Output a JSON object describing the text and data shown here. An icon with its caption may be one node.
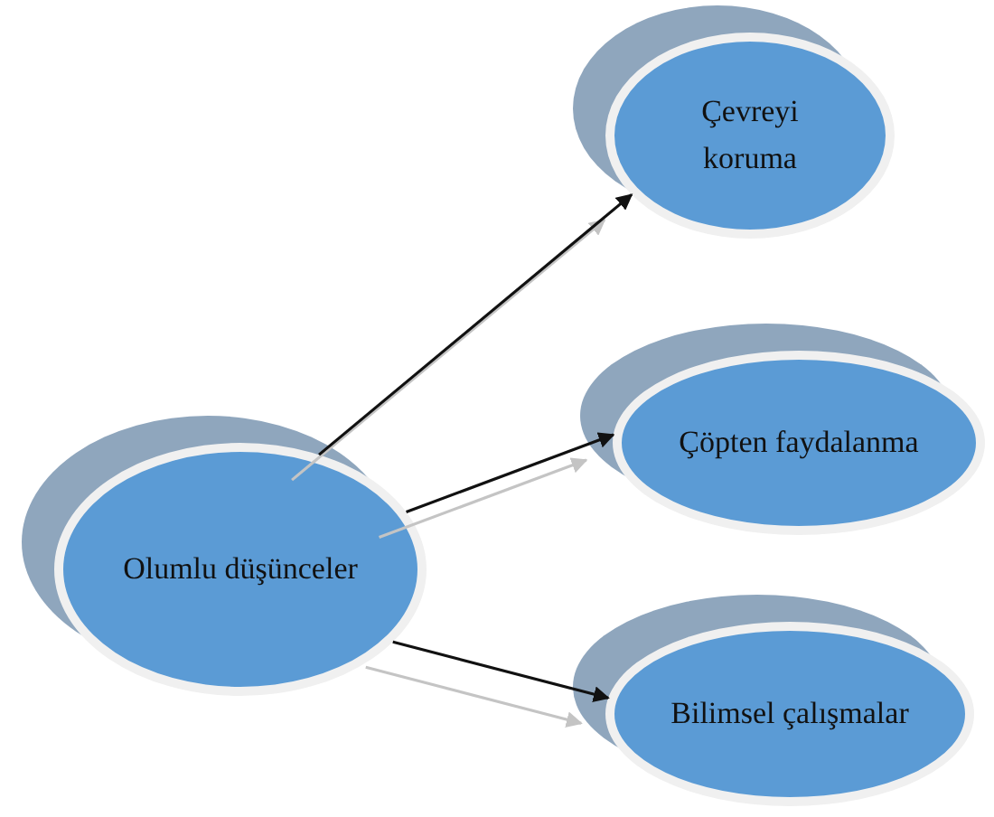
{
  "diagram": {
    "nodes": [
      {
        "text": [
          "Olumlu düşünceler"
        ]
      },
      {
        "text": [
          "Çevreyi koruma"
        ]
      },
      {
        "text": [
          "Çöpten faydalanma"
        ]
      },
      {
        "text": [
          "Bilimsel çalışmalar"
        ]
      }
    ],
    "edges": [
      {
        "from": 0,
        "to": 1,
        "arrow": "to"
      },
      {
        "from": 0,
        "to": 2,
        "arrow": "to"
      },
      {
        "from": 0,
        "to": 3,
        "arrow": "to"
      }
    ]
  }
}
